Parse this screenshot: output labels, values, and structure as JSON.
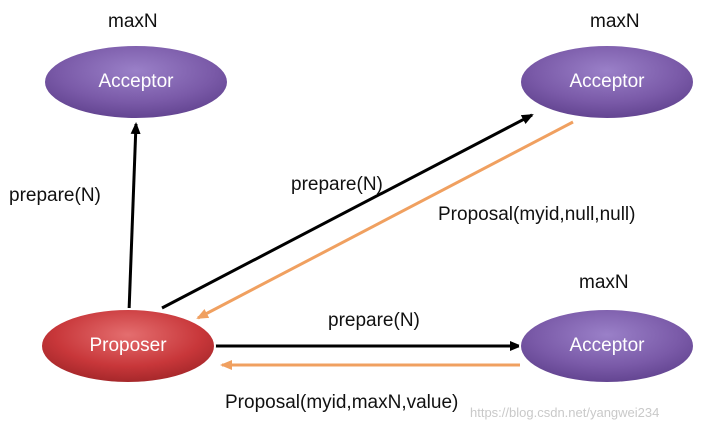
{
  "diagram": {
    "nodes": {
      "acceptor_top_left": {
        "label": "Acceptor",
        "annotation": "maxN"
      },
      "acceptor_top_right": {
        "label": "Acceptor",
        "annotation": "maxN"
      },
      "acceptor_bottom_right": {
        "label": "Acceptor",
        "annotation": "maxN"
      },
      "proposer": {
        "label": "Proposer"
      }
    },
    "edges": {
      "prepare_to_top_left": "prepare(N)",
      "prepare_to_top_right": "prepare(N)",
      "prepare_to_bottom_right": "prepare(N)",
      "proposal_from_top_right": "Proposal(myid,null,null)",
      "proposal_from_bottom_right": "Proposal(myid,maxN,value)"
    },
    "colors": {
      "acceptor_fill": "#7a5aa8",
      "proposer_fill": "#c8373a",
      "request_arrow": "#000000",
      "response_arrow": "#f0a060"
    }
  },
  "watermark": "https://blog.csdn.net/yangwei234"
}
